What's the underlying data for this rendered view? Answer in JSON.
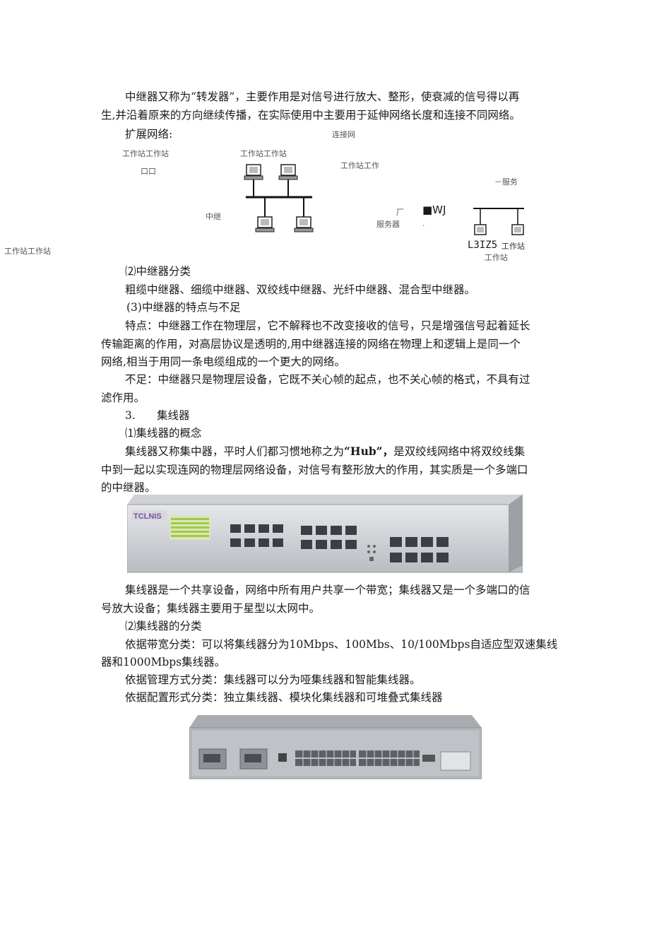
{
  "paragraphs": {
    "p1_l1": "中继器又称为“转发器”，主要作用是对信号进行放大、整形，使衰减的信号得以再",
    "p1_l2": "生,并沿着原来的方向继续传播，在实际使用中主要用于延伸网络长度和连接不同网络。",
    "expand": "扩展网络:",
    "sec2": "⑵中继器分类",
    "sec2_body": "粗缆中继器、细缆中继器、双绞线中继器、光纤中继器、混合型中继器。",
    "sec3": "(3)中继器的特点与不足",
    "feat_l1": "特点：中继器工作在物理层，它不解释也不改变接收的信号，只是增强信号起着延长",
    "feat_l2": "传输距离的作用，对高层协议是透明的,用中继器连接的网络在物理上和逻辑上是同一个",
    "feat_l3": "网络,相当于用同一条电缆组成的一个更大的网络。",
    "lack_l1": "不足：中继器只是物理层设备，它既不关心帧的起点，也不关心帧的格式，不具有过",
    "lack_l2": "滤作用。",
    "h3_num": "3.",
    "h3_title": "集线器",
    "hub1": "⑴集线器的概念",
    "hub_l1_a": "集线器又称集中器，平时人们都习惯地称之为",
    "hub_l1_b": "“Hub”，",
    "hub_l1_c": "是双绞线网络中将双绞线集",
    "hub_l2": "中到一起以实现连网的物理层网络设备，对信号有整形放大的作用，其实质是一个多端口",
    "hub_l3": "的中继器。",
    "share_l1": "集线器是一个共享设备，网络中所有用户共享一个带宽；集线器又是一个多端口的信",
    "share_l2": "号放大设备；集线器主要用于星型以太网中。",
    "hub2": "⑵集线器的分类",
    "bw_l1": "依据带宽分类：可以将集线器分为10Mbps、100Mbs、10/100Mbps自适应型双速集线",
    "bw_l2": "器和1000Mbps集线器。",
    "mgmt": "依据管理方式分类：集线器可以分为哑集线器和智能集线器。",
    "cfg": "依据配置形式分类：独立集线器、模块化集线器和可堆叠式集线器"
  },
  "diagram": {
    "ws1": "工作站工作站",
    "box": "口口",
    "ws2": "工作站工作站",
    "connect": "连接网",
    "ws3": "工作站工作",
    "relay": "中继",
    "server_top": "－服务",
    "factory": "厂",
    "server": "服务器",
    "wj": "■WJ",
    "dot": ".",
    "l3": "L3IZ5",
    "ws_right": "工作站",
    "ws_bottom": "工作站",
    "ws_left_cut": "工作站工作站"
  },
  "hub_image": {
    "brand": "TCLNIS"
  }
}
